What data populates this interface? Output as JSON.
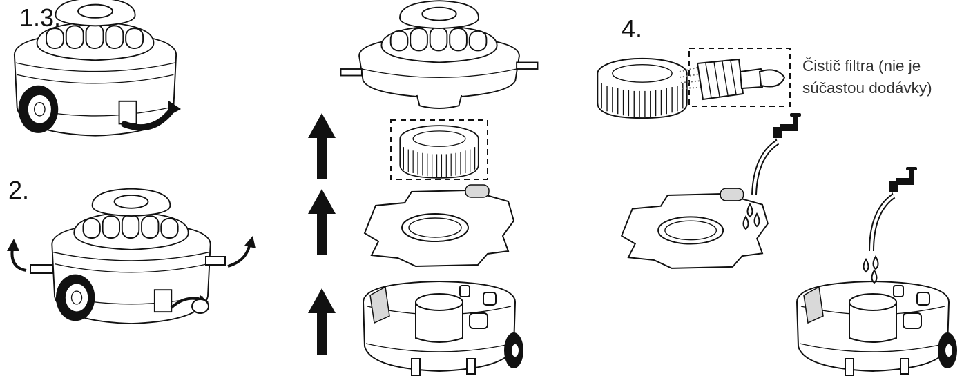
{
  "steps": {
    "step_1_3": "1.3.",
    "step_2": "2.",
    "step_4": "4."
  },
  "caption": {
    "line1": "Čistič filtra (nie je",
    "line2": "súčastou dodávky)"
  }
}
